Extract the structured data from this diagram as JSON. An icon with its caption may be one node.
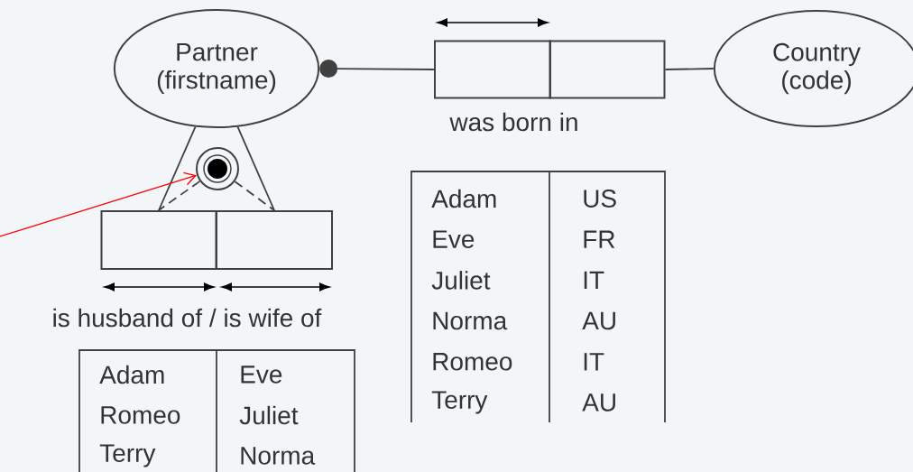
{
  "diagram": {
    "nodes": [
      {
        "text": [
          "Partner (firstname)"
        ]
      },
      {
        "text": [
          "Country (code)"
        ]
      },
      {
        "text": [],
        "shape": "box",
        "beside": [
          "was born in"
        ]
      },
      {
        "text": [],
        "shape": "box"
      },
      {
        "text": [],
        "shape": "box",
        "beside": [
          "is husband of / is wife of"
        ]
      },
      {
        "text": [],
        "shape": "box"
      },
      {
        "text": [],
        "shape": "circle"
      }
    ],
    "edges": [
      {
        "from": 0,
        "to": 2,
        "arrow": "other"
      },
      {
        "from": 3,
        "to": 1,
        "arrow": "none"
      },
      {
        "from": 0,
        "to": 4,
        "arrow": "none"
      },
      {
        "from": 0,
        "to": 5,
        "arrow": "none"
      },
      {
        "from": 6,
        "to": 4,
        "arrow": "none",
        "style": "dashed"
      },
      {
        "from": 6,
        "to": 5,
        "arrow": "none",
        "style": "dashed"
      },
      {
        "from": null,
        "to": 6,
        "arrow": "to",
        "color": "#ff0000"
      }
    ],
    "labels": [
      "Adam",
      "US",
      "Eve",
      "FR",
      "Juliet",
      "IT",
      "Norma",
      "AU",
      "Romeo",
      "IT",
      "Terry",
      "AU",
      "Adam",
      "Eve",
      "Romeo",
      "Juliet",
      "Terry",
      "Norma"
    ]
  }
}
